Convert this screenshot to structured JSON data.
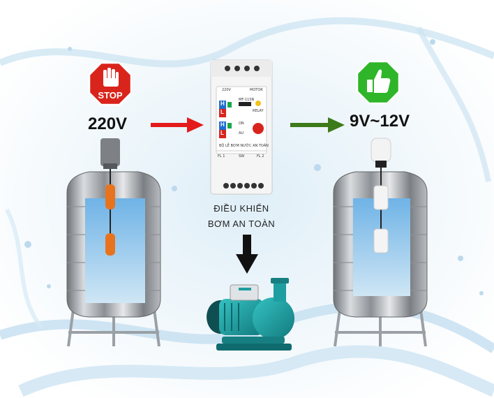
{
  "left": {
    "sign_text": "STOP",
    "voltage": "220V",
    "sign_color": "#d9241c"
  },
  "right": {
    "voltage": "9V~12V",
    "sign_color": "#2fb52a"
  },
  "controller": {
    "top_label_left": "220V",
    "top_label_right": "MOTOR",
    "model": "MF-11SN",
    "relay_label": "RELAY",
    "row1_h": "H",
    "row1_l": "L",
    "row2_h": "H",
    "row2_l": "L",
    "on_label": "ON",
    "au_label": "AU",
    "brand_line": "BỘ LỄ BƠM NƯỚC AN TOÀN",
    "bottom_labels": [
      "FL 1",
      "SW",
      "FL 2"
    ],
    "caption_line1": "ĐIỀU KHIỂN",
    "caption_line2": "BƠM AN TOÀN"
  },
  "colors": {
    "arrow_red": "#e31b1b",
    "arrow_green": "#3c7a1a",
    "arrow_down": "#111111",
    "pump_teal": "#1e9ea0",
    "float_orange": "#e8731e"
  },
  "icons": {
    "stop": "stop-hand-icon",
    "ok": "thumbs-up-icon",
    "down": "arrow-down-icon"
  }
}
